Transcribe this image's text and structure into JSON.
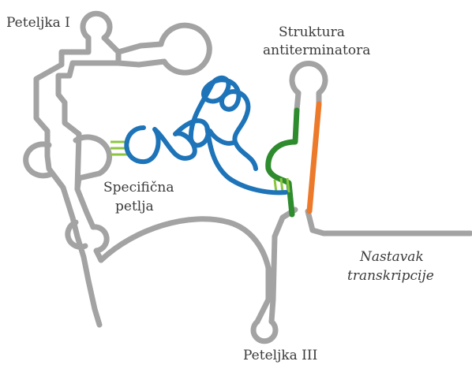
{
  "labels": {
    "stem_i": "Peteljka I",
    "antiterminator_line1": "Struktura",
    "antiterminator_line2": "antiterminatora",
    "specifier_line1": "Specifična",
    "specifier_line2": "petlja",
    "continuation_line1": "Nastavak",
    "continuation_line2": "transkripcije",
    "stem_iii": "Peteljka III"
  },
  "colors": {
    "riboswitch": "#a3a3a3",
    "trna": "#1e74b8",
    "base_pairing": "#8cc63f",
    "antiterminator": "#2e8b2e",
    "nascent_rna": "#ec7a2a"
  }
}
